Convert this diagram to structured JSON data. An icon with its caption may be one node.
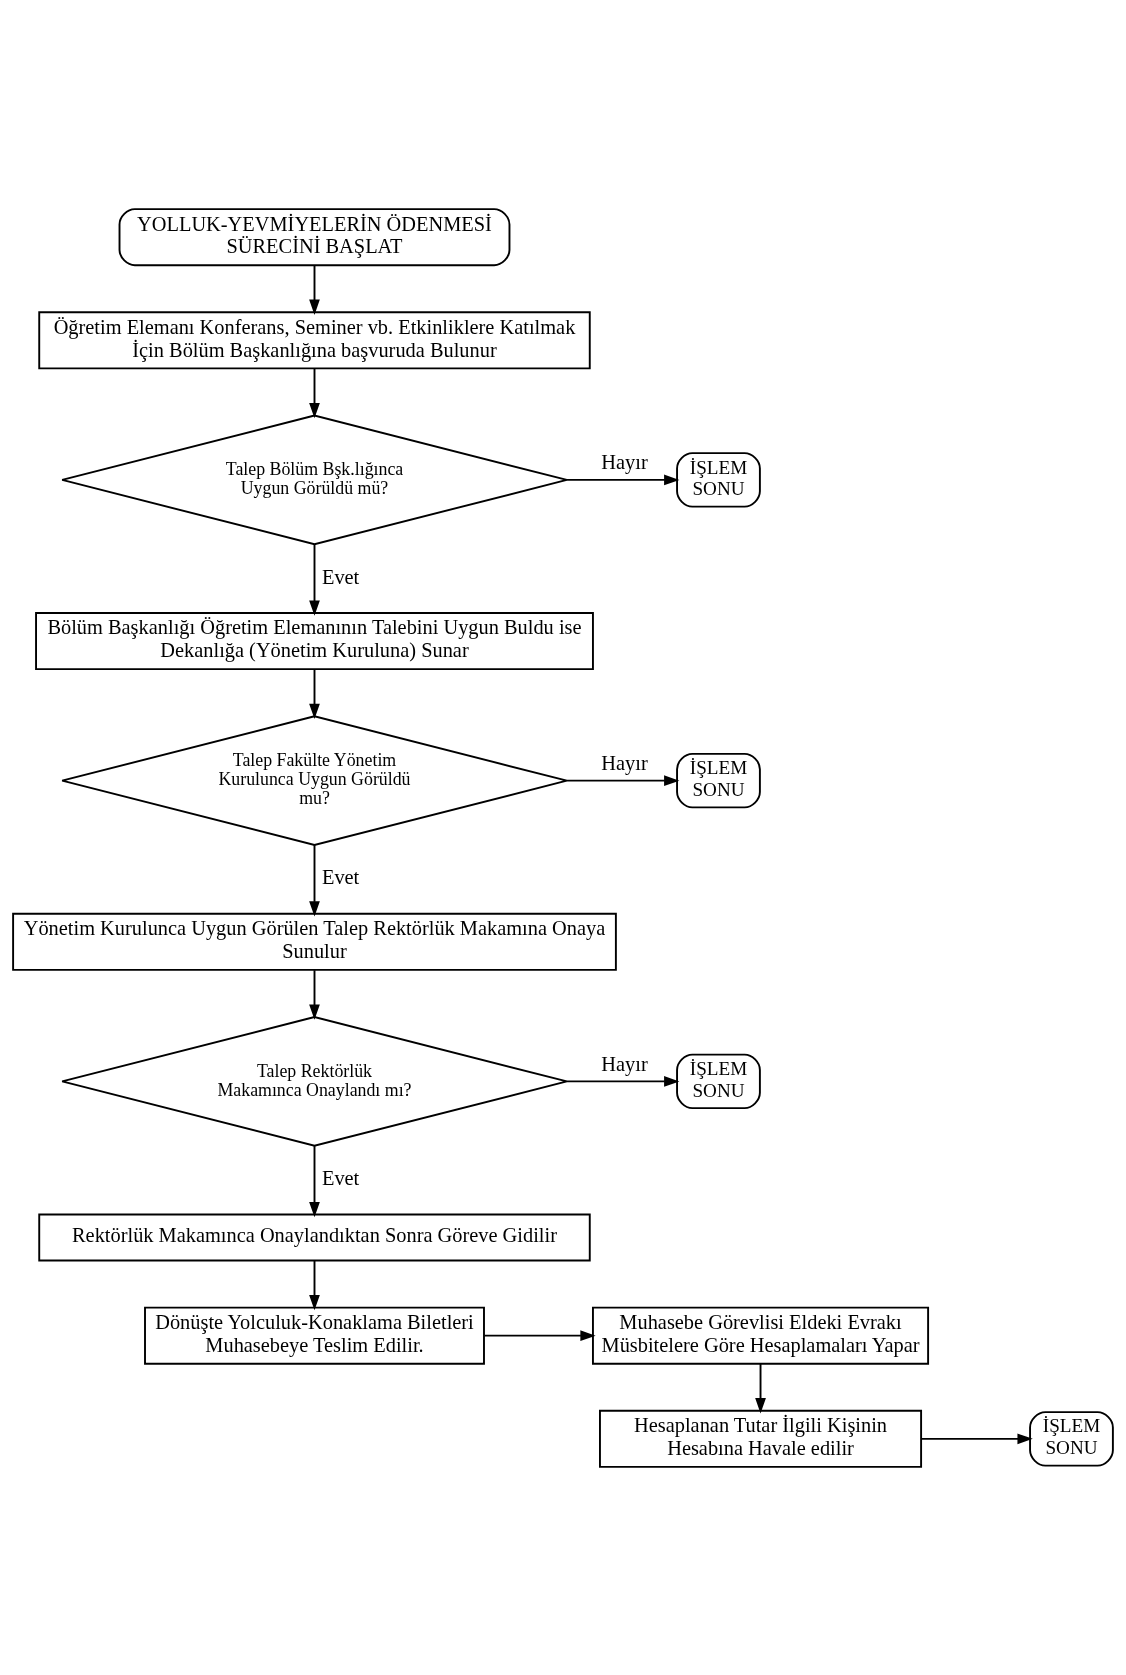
{
  "diagram": {
    "nodes": [
      {
        "text": [
          "YOLLUK-YEVMİYELERİN ÖDENMESİ SÜRECİNİ BAŞLAT"
        ]
      },
      {
        "text": [
          "Öğretim Elemanı Konferans, Seminer vb. Etkinliklere Katılmak İçin Bölüm Başkanlığına başvuruda Bulunur"
        ]
      },
      {
        "text": [
          "Talep Bölüm Bşk.lığınca Uygun Görüldü mü?"
        ]
      },
      {
        "text": [
          "İŞLEM SONU"
        ]
      },
      {
        "text": [
          "Bölüm Başkanlığı Öğretim Elemanının Talebini Uygun Buldu ise Dekanlığa (Yönetim Kuruluna) Sunar"
        ]
      },
      {
        "text": [
          "Talep Fakülte Yönetim Kurulunca Uygun Görüldü mu?"
        ]
      },
      {
        "text": [
          "İŞLEM SONU"
        ]
      },
      {
        "text": [
          "Yönetim Kurulunca Uygun Görülen Talep Rektörlük Makamına Onaya Sunulur"
        ]
      },
      {
        "text": [
          "Talep Rektörlük Makamınca Onaylandı mı?"
        ]
      },
      {
        "text": [
          "İŞLEM SONU"
        ]
      },
      {
        "text": [
          "Rektörlük Makamınca Onaylandıktan Sonra Göreve Gidilir"
        ]
      },
      {
        "text": [
          "Dönüşte Yolculuk-Konaklama Biletleri Muhasebeye Teslim Edilir."
        ]
      },
      {
        "text": [
          "Muhasebe Görevlisi Eldeki Evrakı Müsbitelere Göre Hesaplamaları Yapar"
        ]
      },
      {
        "text": [
          "Hesaplanan Tutar İlgili Kişinin Hesabına Havale edilir"
        ]
      },
      {
        "text": [
          "İŞLEM SONU"
        ]
      }
    ],
    "edges": [
      {
        "from": 0,
        "to": 1,
        "arrow": "to"
      },
      {
        "from": 1,
        "to": 2,
        "arrow": "to"
      },
      {
        "from": 2,
        "to": 3,
        "arrow": "to",
        "label": "Hayır"
      },
      {
        "from": 2,
        "to": 4,
        "arrow": "to",
        "label": "Evet"
      },
      {
        "from": 4,
        "to": 5,
        "arrow": "to"
      },
      {
        "from": 5,
        "to": 6,
        "arrow": "to",
        "label": "Hayır"
      },
      {
        "from": 5,
        "to": 7,
        "arrow": "to",
        "label": "Evet"
      },
      {
        "from": 7,
        "to": 8,
        "arrow": "to"
      },
      {
        "from": 8,
        "to": 9,
        "arrow": "to",
        "label": "Hayır"
      },
      {
        "from": 8,
        "to": 10,
        "arrow": "to",
        "label": "Evet"
      },
      {
        "from": 10,
        "to": 11,
        "arrow": "to"
      },
      {
        "from": 11,
        "to": 12,
        "arrow": "to"
      },
      {
        "from": 12,
        "to": 13,
        "arrow": "to"
      },
      {
        "from": 13,
        "to": 14,
        "arrow": "to"
      }
    ]
  }
}
